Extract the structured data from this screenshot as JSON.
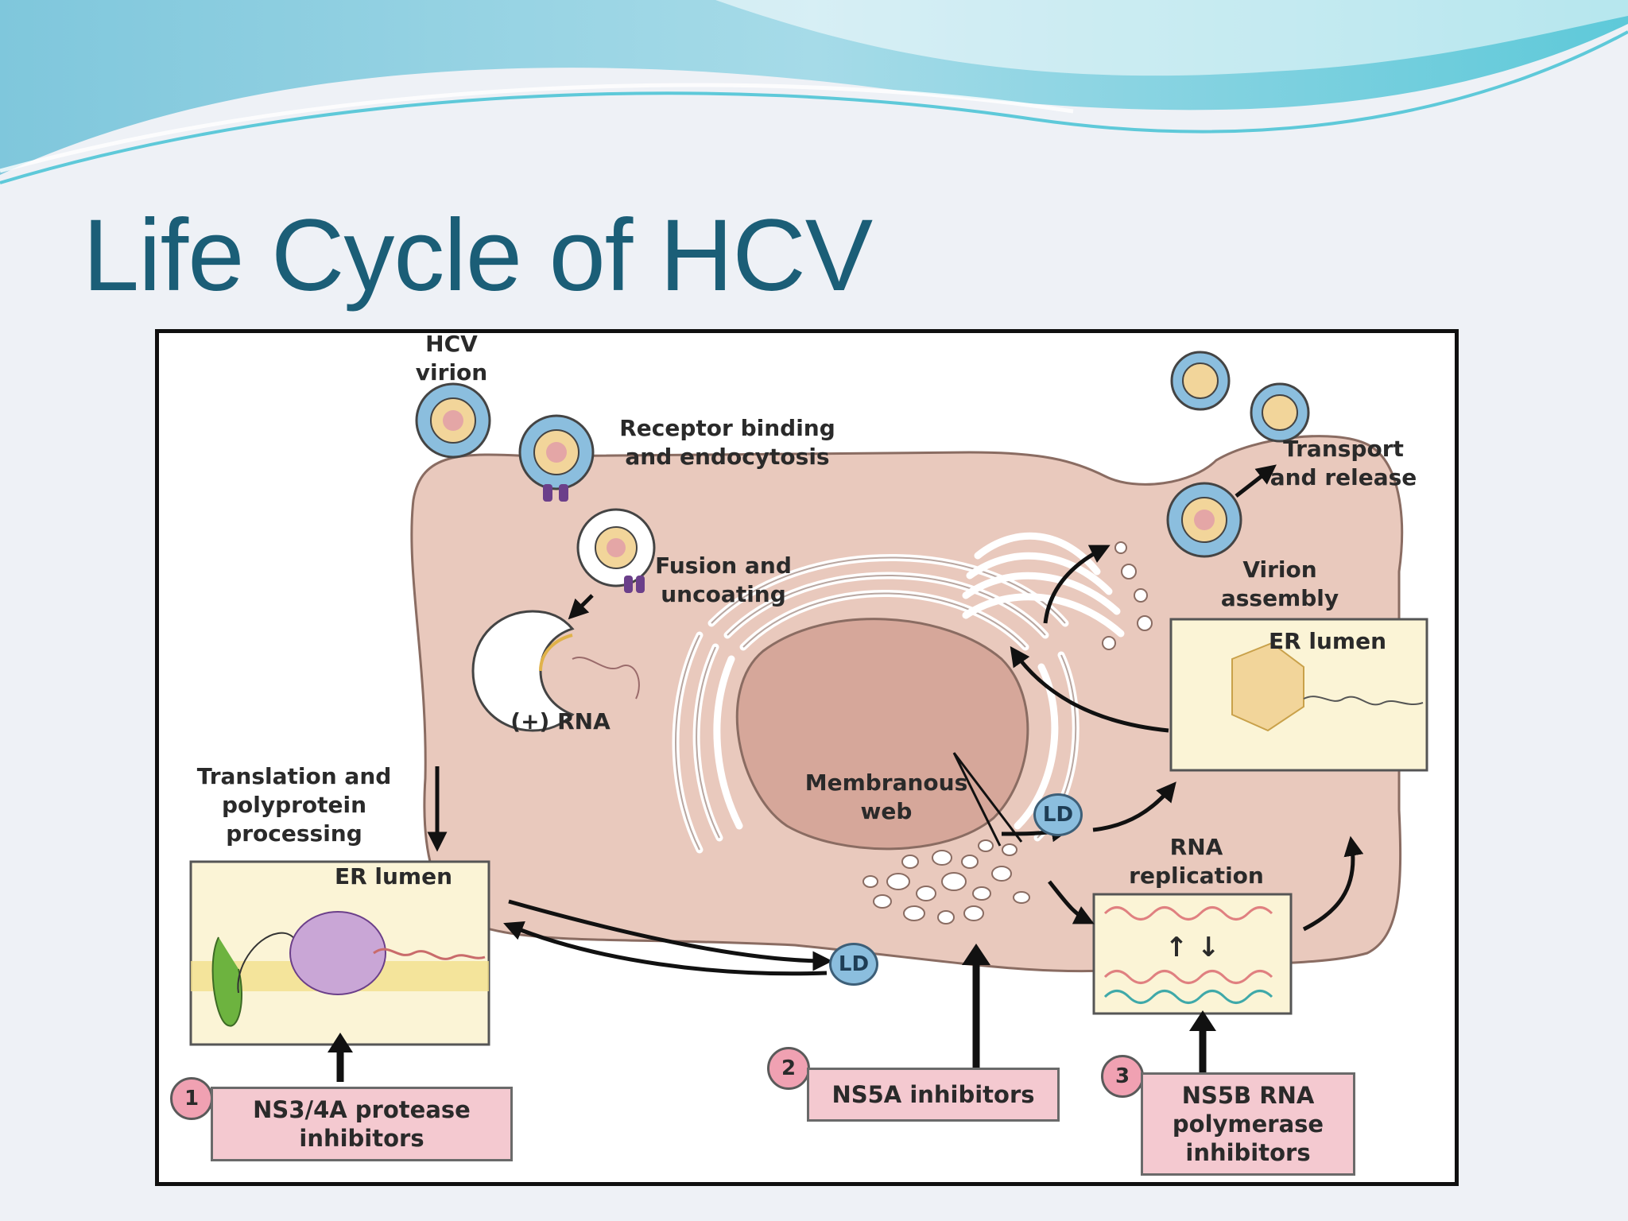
{
  "slide": {
    "title": "Life Cycle of HCV",
    "colors": {
      "title": "#1b5e77",
      "wave": "#5ec9d9",
      "cell": "#e9c9bd",
      "nucleus": "#d6a79a",
      "drug_box": "#f4c9d0",
      "badge": "#f0a1b2",
      "lipid_droplet": "#8bbede"
    }
  },
  "diagram": {
    "labels": {
      "virion": "HCV\nvirion",
      "receptor_binding": "Receptor binding\nand endocytosis",
      "fusion": "Fusion and\nuncoating",
      "plus_rna": "(+) RNA",
      "translation": "Translation and\npolyprotein\nprocessing",
      "er_lumen_left": "ER lumen",
      "er_lumen_right": "ER lumen",
      "membranous_web": "Membranous\nweb",
      "ld_bottom": "LD",
      "ld_right": "LD",
      "rna_replication": "RNA\nreplication",
      "virion_assembly": "Virion\nassembly",
      "transport_release": "Transport\nand release",
      "replication_arrows": "↑ ↓"
    },
    "drugs": [
      {
        "number": "1",
        "label": "NS3/4A protease\ninhibitors"
      },
      {
        "number": "2",
        "label": "NS5A inhibitors"
      },
      {
        "number": "3",
        "label": "NS5B RNA\npolymerase\ninhibitors"
      }
    ]
  }
}
